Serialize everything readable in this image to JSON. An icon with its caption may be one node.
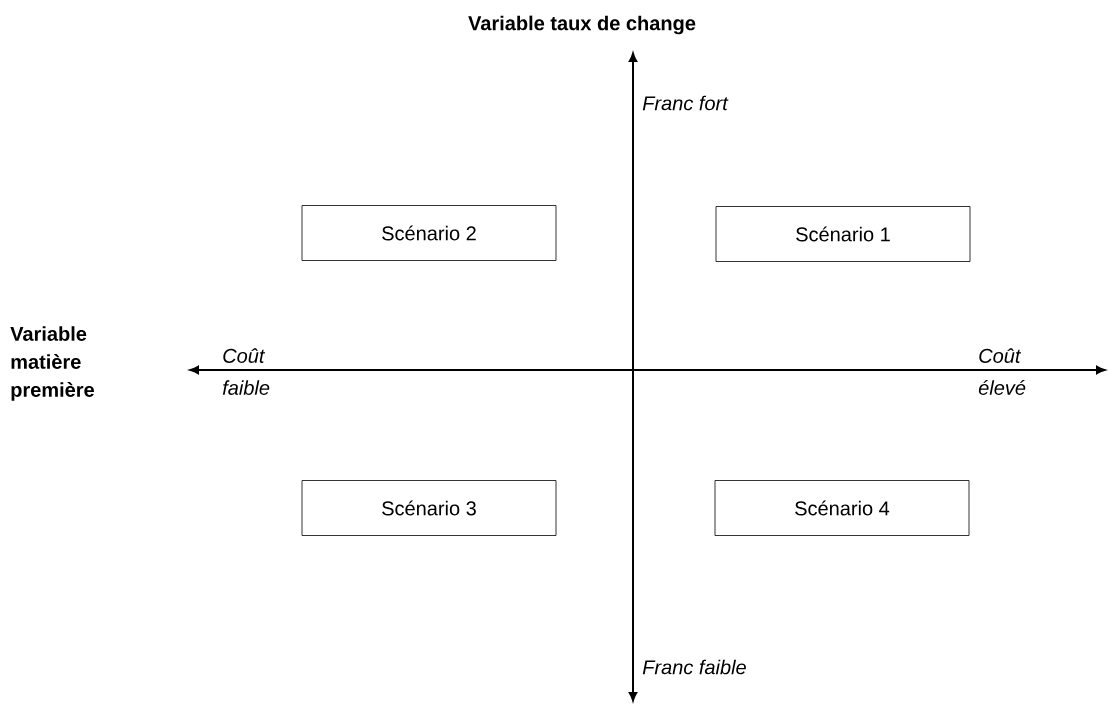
{
  "diagram": {
    "nodes": [
      {
        "text": [
          "Scénario 2"
        ]
      },
      {
        "text": [
          "Scénario 1"
        ]
      },
      {
        "text": [
          "Scénario 3"
        ]
      },
      {
        "text": [
          "Scénario 4"
        ]
      }
    ],
    "labels": [
      "Variable taux de change",
      "Franc fort",
      "Variable matière première",
      "Coût faible",
      "Coût élevé",
      "Franc faible"
    ]
  }
}
